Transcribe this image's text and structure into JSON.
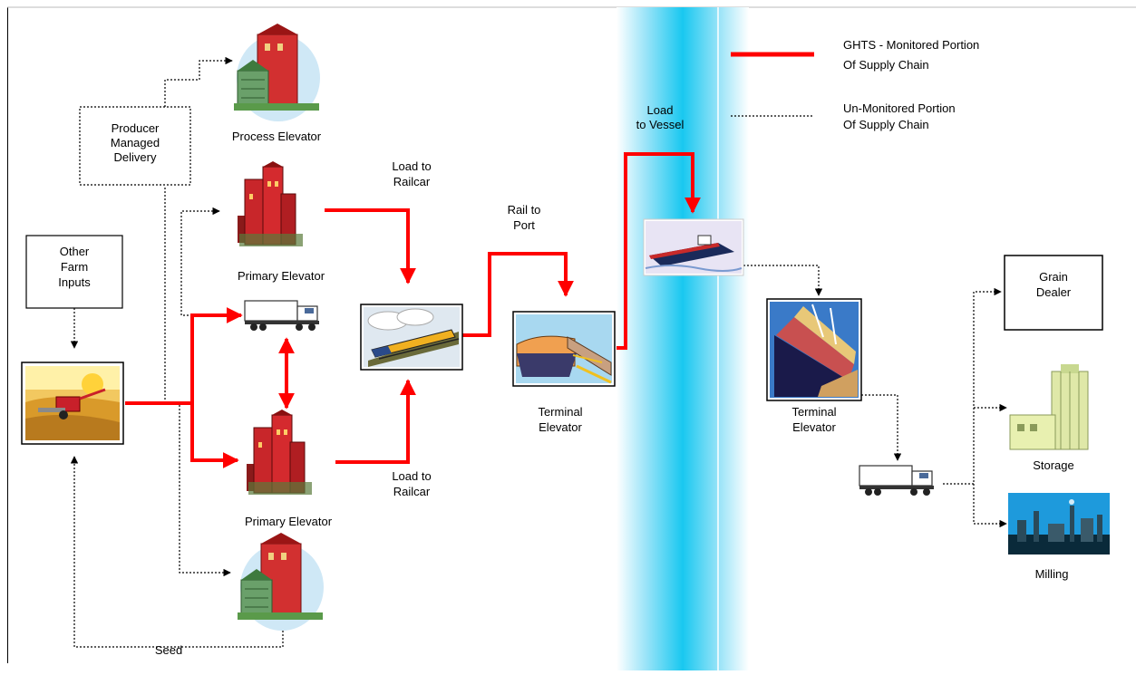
{
  "labels": {
    "other_farm_inputs": [
      "Other",
      "Farm",
      "Inputs"
    ],
    "producer_managed_delivery": [
      "Producer",
      "Managed",
      "Delivery"
    ],
    "process_elevator": "Process Elevator",
    "primary_elevator_top": "Primary Elevator",
    "primary_elevator_bottom": "Primary Elevator",
    "load_to_railcar_top": [
      "Load to",
      "Railcar"
    ],
    "load_to_railcar_bottom": [
      "Load to",
      "Railcar"
    ],
    "rail_to_port": [
      "Rail to",
      "Port"
    ],
    "terminal_elevator_origin": [
      "Terminal",
      "Elevator"
    ],
    "load_to_vessel": [
      "Load",
      "to Vessel"
    ],
    "terminal_elevator_dest": [
      "Terminal",
      "Elevator"
    ],
    "grain_dealer": [
      "Grain",
      "Dealer"
    ],
    "storage": "Storage",
    "milling": "Milling",
    "seed": "Seed"
  },
  "legend": {
    "monitored": [
      "GHTS - Monitored Portion",
      "Of Supply Chain"
    ],
    "unmonitored": [
      "Un-Monitored Portion",
      "Of Supply Chain"
    ]
  },
  "colors": {
    "monitored_line": "#ff0000",
    "unmonitored_line": "#000000",
    "water_band": "#19c8f0"
  },
  "icons": {
    "farm": "combine-harvester-icon",
    "process_elevator": "grain-elevator-icon",
    "primary_elevator": "grain-elevator-icon",
    "truck": "truck-icon",
    "train": "train-icon",
    "terminal_origin": "terminal-port-icon",
    "vessel": "ship-icon",
    "terminal_dest": "terminal-ship-icon",
    "storage": "storage-silo-icon",
    "milling": "mill-plant-icon"
  }
}
